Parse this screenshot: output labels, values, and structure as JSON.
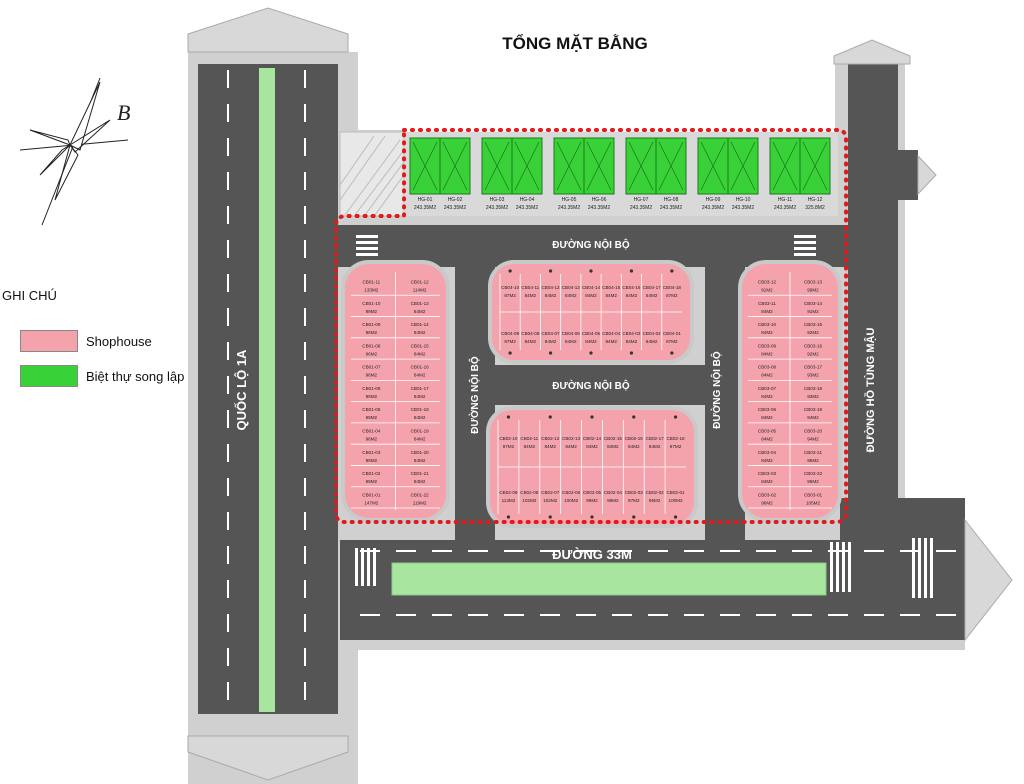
{
  "title": "TỔNG MẶT BẰNG",
  "north_label": "B",
  "legend": {
    "title": "GHI CHÚ",
    "items": [
      {
        "label": "Shophouse",
        "color": "#f4a3ad"
      },
      {
        "label": "Biệt thự song lập",
        "color": "#38d137"
      }
    ]
  },
  "colors": {
    "road": "#555555",
    "sidewalk": "#d0d0d0",
    "median": "#a8e6a0",
    "shophouse": "#f4a3ad",
    "villa": "#38d137",
    "boundary": "#e01b1b"
  },
  "roads": {
    "ql1a": "QUỐC LỘ 1A",
    "noi_bo_top": "ĐƯỜNG NỘI BỘ",
    "noi_bo_mid": "ĐƯỜNG NỘI BỘ",
    "noi_bo_left": "ĐƯỜNG NỘI BỘ",
    "noi_bo_right": "ĐƯỜNG NỘI BỘ",
    "road33": "ĐƯỜNG 33M",
    "ho_tung_mau": "ĐƯỜNG HỒ TÙNG MẬU"
  },
  "villas": {
    "codes": [
      "HG-01",
      "HG-02",
      "HG-03",
      "HG-04",
      "HG-05",
      "HG-06",
      "HG-07",
      "HG-08",
      "HG-09",
      "HG-10",
      "HG-11",
      "HG-12"
    ],
    "areas": [
      "243.35M2",
      "243.35M2",
      "243.35M2",
      "243.35M2",
      "243.35M2",
      "243.35M2",
      "243.35M2",
      "243.35M2",
      "243.35M2",
      "243.35M2",
      "243.35M2",
      "325.8M2"
    ]
  },
  "cb01": {
    "left": [
      {
        "code": "CB01-11",
        "area": "133M2"
      },
      {
        "code": "CB01-10",
        "area": "99M2"
      },
      {
        "code": "CB01-09",
        "area": "96M2"
      },
      {
        "code": "CB01-08",
        "area": "96M2"
      },
      {
        "code": "CB01-07",
        "area": "96M2"
      },
      {
        "code": "CB01-06",
        "area": "99M2"
      },
      {
        "code": "CB01-05",
        "area": "99M2"
      },
      {
        "code": "CB01-04",
        "area": "96M2"
      },
      {
        "code": "CB01-03",
        "area": "99M2"
      },
      {
        "code": "CB01-02",
        "area": "99M2"
      },
      {
        "code": "CB01-01",
        "area": "147M2"
      }
    ],
    "right": [
      {
        "code": "CB01-12",
        "area": "114M2"
      },
      {
        "code": "CB01-13",
        "area": "84M2"
      },
      {
        "code": "CB01-14",
        "area": "84M2"
      },
      {
        "code": "CB01-15",
        "area": "84M2"
      },
      {
        "code": "CB01-16",
        "area": "84M2"
      },
      {
        "code": "CB01-17",
        "area": "84M2"
      },
      {
        "code": "CB01-18",
        "area": "84M2"
      },
      {
        "code": "CB01-19",
        "area": "84M2"
      },
      {
        "code": "CB01-20",
        "area": "84M2"
      },
      {
        "code": "CB01-21",
        "area": "84M2"
      },
      {
        "code": "CB01-22",
        "area": "119M2"
      }
    ]
  },
  "cb04": {
    "top": [
      {
        "code": "CB04-10",
        "area": "87M2"
      },
      {
        "code": "CB04-11",
        "area": "84M2"
      },
      {
        "code": "CB04-12",
        "area": "84M2"
      },
      {
        "code": "CB04-13",
        "area": "84M2"
      },
      {
        "code": "CB04-14",
        "area": "84M2"
      },
      {
        "code": "CB04-15",
        "area": "84M2"
      },
      {
        "code": "CB04-16",
        "area": "84M2"
      },
      {
        "code": "CB04-17",
        "area": "84M2"
      },
      {
        "code": "CB04-18",
        "area": "87M2"
      }
    ],
    "bottom": [
      {
        "code": "CB04-09",
        "area": "87M2"
      },
      {
        "code": "CB04-08",
        "area": "84M2"
      },
      {
        "code": "CB04-07",
        "area": "84M2"
      },
      {
        "code": "CB04-06",
        "area": "84M2"
      },
      {
        "code": "CB04-05",
        "area": "84M2"
      },
      {
        "code": "CB04-04",
        "area": "84M2"
      },
      {
        "code": "CB04-03",
        "area": "84M2"
      },
      {
        "code": "CB04-02",
        "area": "84M2"
      },
      {
        "code": "CB04-01",
        "area": "87M2"
      }
    ]
  },
  "cb02": {
    "top": [
      {
        "code": "CB02-10",
        "area": "87M2"
      },
      {
        "code": "CB02-11",
        "area": "84M2"
      },
      {
        "code": "CB02-12",
        "area": "84M2"
      },
      {
        "code": "CB02-13",
        "area": "84M2"
      },
      {
        "code": "CB02-14",
        "area": "84M2"
      },
      {
        "code": "CB02-15",
        "area": "84M2"
      },
      {
        "code": "CB02-16",
        "area": "84M2"
      },
      {
        "code": "CB02-17",
        "area": "84M2"
      },
      {
        "code": "CB02-18",
        "area": "97M2"
      }
    ],
    "bottom": [
      {
        "code": "CB02-09",
        "area": "113M2"
      },
      {
        "code": "CB02-08",
        "area": "102M2"
      },
      {
        "code": "CB02-07",
        "area": "102M2"
      },
      {
        "code": "CB02-06",
        "area": "100M2"
      },
      {
        "code": "CB02-05",
        "area": "99M2"
      },
      {
        "code": "CB02-04",
        "area": "98M2"
      },
      {
        "code": "CB02-03",
        "area": "97M2"
      },
      {
        "code": "CB02-02",
        "area": "95M2"
      },
      {
        "code": "CB02-01",
        "area": "100M2"
      }
    ]
  },
  "cb03": {
    "left": [
      {
        "code": "CB03-12",
        "area": "91M2"
      },
      {
        "code": "CB03-11",
        "area": "84M2"
      },
      {
        "code": "CB03-10",
        "area": "84M2"
      },
      {
        "code": "CB03-09",
        "area": "84M2"
      },
      {
        "code": "CB03-08",
        "area": "84M2"
      },
      {
        "code": "CB03-07",
        "area": "84M2"
      },
      {
        "code": "CB03-06",
        "area": "84M2"
      },
      {
        "code": "CB03-05",
        "area": "84M2"
      },
      {
        "code": "CB03-04",
        "area": "84M2"
      },
      {
        "code": "CB03-03",
        "area": "84M2"
      },
      {
        "code": "CB03-02",
        "area": "96M2"
      }
    ],
    "right": [
      {
        "code": "CB03-13",
        "area": "99M2"
      },
      {
        "code": "CB03-14",
        "area": "91M2"
      },
      {
        "code": "CB03-15",
        "area": "92M2"
      },
      {
        "code": "CB03-16",
        "area": "92M2"
      },
      {
        "code": "CB03-17",
        "area": "93M2"
      },
      {
        "code": "CB03-18",
        "area": "93M2"
      },
      {
        "code": "CB03-19",
        "area": "94M2"
      },
      {
        "code": "CB03-20",
        "area": "94M2"
      },
      {
        "code": "CB03-21",
        "area": "95M2"
      },
      {
        "code": "CB03-22",
        "area": "96M2"
      },
      {
        "code": "CB03-01",
        "area": "105M2"
      }
    ]
  }
}
